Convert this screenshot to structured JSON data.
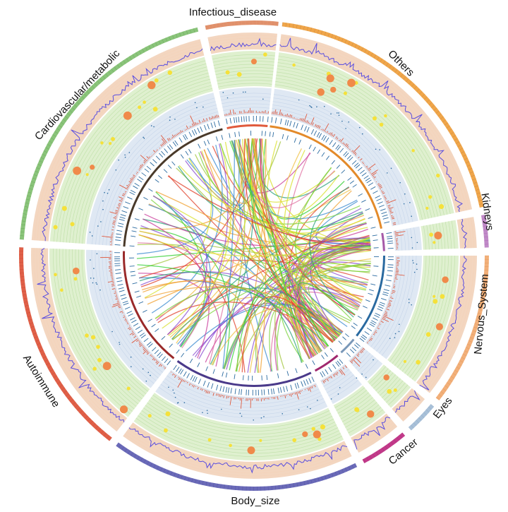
{
  "figure": {
    "type": "circos_plot"
  },
  "sectors": [
    {
      "id": "infectious",
      "label": "Infectious_disease",
      "start": -12,
      "end": 6,
      "outer": "#e0906b",
      "bar": "#e8a07a",
      "band": "#e05a3c"
    },
    {
      "id": "others",
      "label": "Others",
      "start": 7,
      "end": 78,
      "outer": "#f0a64a",
      "bar": "#b87a3a",
      "band": "#e38a2a"
    },
    {
      "id": "kidneys",
      "label": "Kidneys",
      "start": 80,
      "end": 88,
      "outer": "#c08ac8",
      "bar": "#a65aa8",
      "band": "#a65aa8"
    },
    {
      "id": "nervous",
      "label": "Nervous_System",
      "start": 90,
      "end": 128,
      "outer": "#f2b07a",
      "bar": "#d98a4a",
      "band": "#2a6aa0"
    },
    {
      "id": "eyes",
      "label": "Eyes",
      "start": 130,
      "end": 138,
      "outer": "#a8c0d8",
      "bar": "#7a98b8",
      "band": "#7a98b8"
    },
    {
      "id": "cancer",
      "label": "Cancer",
      "start": 140,
      "end": 152,
      "outer": "#c23a8a",
      "bar": "#a0286e",
      "band": "#a0286e"
    },
    {
      "id": "body",
      "label": "Body_size",
      "start": 154,
      "end": 216,
      "outer": "#6a6ab8",
      "bar": "#4a4a9a",
      "band": "#4a3a8a"
    },
    {
      "id": "auto",
      "label": "Autoimmune",
      "start": 218,
      "end": 272,
      "outer": "#e06048",
      "bar": "#c04030",
      "band": "#9a2a2a"
    },
    {
      "id": "cardio",
      "label": "Cardiovascular/metabolic",
      "start": 274,
      "end": 346,
      "outer": "#8ac47a",
      "bar": "#5a9a4a",
      "band": "#4a3a2a"
    }
  ],
  "tracks": {
    "outer_band": "#e9b48c",
    "scatter_bg": "#dff0cf",
    "scatter_line": "#bfe0a8",
    "inner_bg": "#dfe8f3",
    "line_color": "#5a4ee0",
    "bar_color": "#e04a2a",
    "tick_color": "#2a6aa0",
    "dot_big": "#f08a4a",
    "dot_small": "#f5e13a"
  },
  "links": {
    "palette": [
      "#2fcf2f",
      "#7ad33a",
      "#d8e02a",
      "#f0a030",
      "#e0402a",
      "#c83a9a",
      "#8a4ad0",
      "#3a8ad0",
      "#2aa07a",
      "#a0c43a",
      "#e070a0",
      "#f0c040"
    ]
  }
}
